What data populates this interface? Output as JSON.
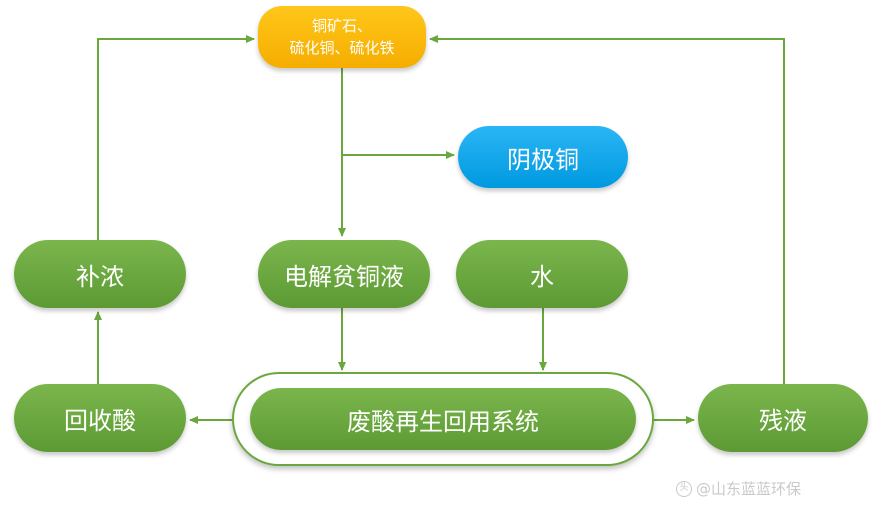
{
  "nodes": {
    "ore": {
      "line1": "铜矿石、",
      "line2": "硫化铜、硫化铁"
    },
    "cathode_copper": "阴极铜",
    "buchong": "补浓",
    "electrolysis_lean": "电解贫铜液",
    "water": "水",
    "recovered_acid": "回收酸",
    "system": "废酸再生回用系统",
    "residual": "残液"
  },
  "watermark": {
    "text": "@山东蓝蓝环保"
  },
  "colors": {
    "green": "#6aa83e",
    "orange": "#f5b400",
    "blue": "#0aa6ee",
    "line": "#6aa83e"
  }
}
